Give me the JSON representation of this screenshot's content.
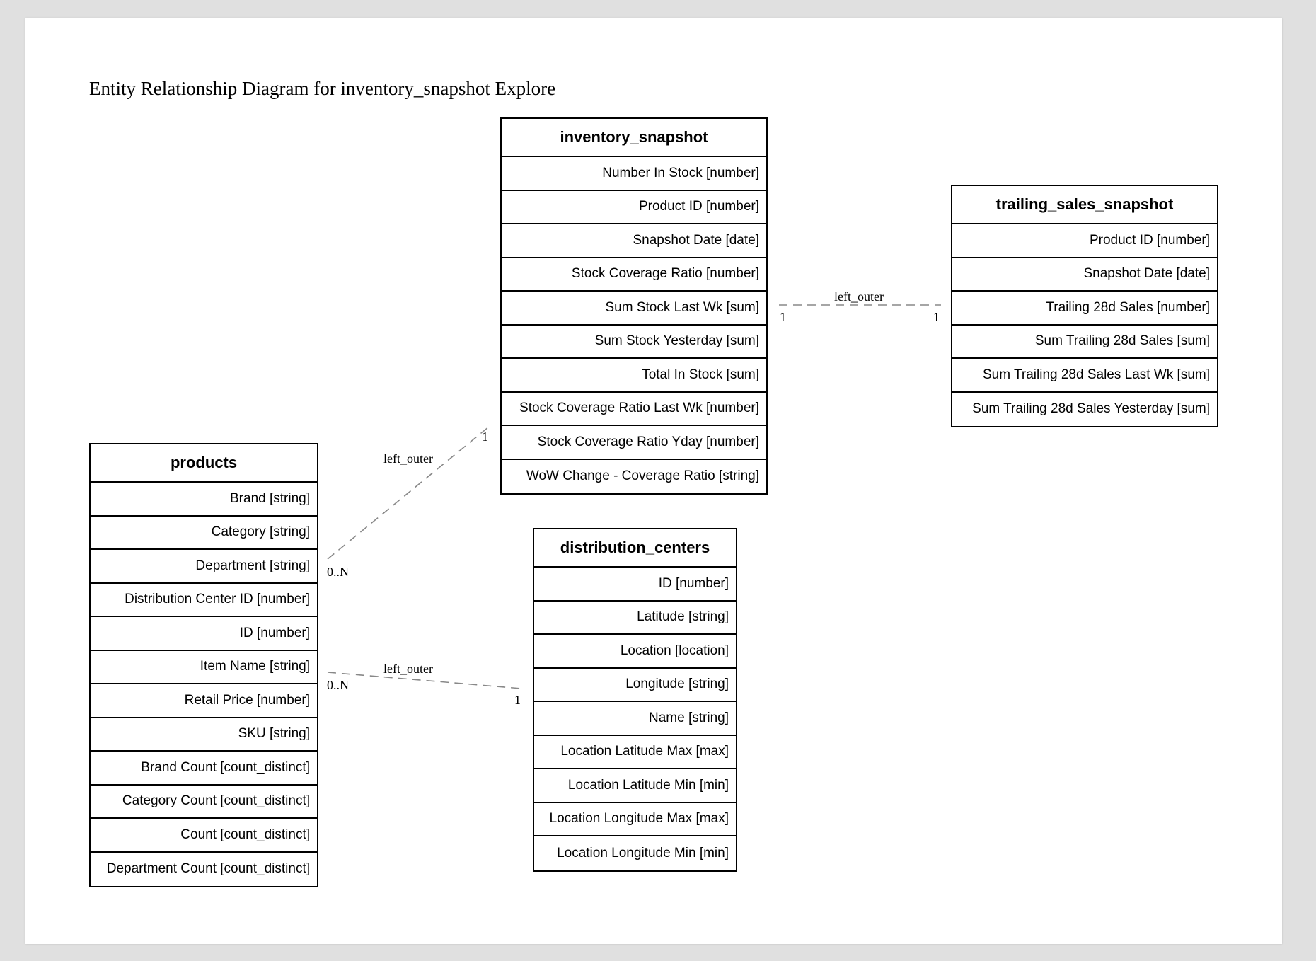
{
  "title": "Entity Relationship Diagram for inventory_snapshot Explore",
  "entities": {
    "inventory_snapshot": {
      "name": "inventory_snapshot",
      "fields": [
        "Number In Stock [number]",
        "Product ID [number]",
        "Snapshot Date [date]",
        "Stock Coverage Ratio [number]",
        "Sum Stock Last Wk [sum]",
        "Sum Stock Yesterday [sum]",
        "Total In Stock [sum]",
        "Stock Coverage Ratio Last Wk [number]",
        "Stock Coverage Ratio Yday [number]",
        "WoW Change - Coverage Ratio [string]"
      ]
    },
    "trailing_sales_snapshot": {
      "name": "trailing_sales_snapshot",
      "fields": [
        "Product ID [number]",
        "Snapshot Date [date]",
        "Trailing 28d Sales [number]",
        "Sum Trailing 28d Sales [sum]",
        "Sum Trailing 28d Sales Last Wk [sum]",
        "Sum Trailing 28d Sales Yesterday [sum]"
      ]
    },
    "products": {
      "name": "products",
      "fields": [
        "Brand [string]",
        "Category [string]",
        "Department [string]",
        "Distribution Center ID [number]",
        "ID [number]",
        "Item Name [string]",
        "Retail Price [number]",
        "SKU [string]",
        "Brand Count [count_distinct]",
        "Category Count [count_distinct]",
        "Count [count_distinct]",
        "Department Count [count_distinct]"
      ]
    },
    "distribution_centers": {
      "name": "distribution_centers",
      "fields": [
        "ID [number]",
        "Latitude [string]",
        "Location [location]",
        "Longitude [string]",
        "Name [string]",
        "Location Latitude Max [max]",
        "Location Latitude Min [min]",
        "Location Longitude Max [max]",
        "Location Longitude Min [min]"
      ]
    }
  },
  "relationships": [
    {
      "type": "left_outer",
      "from_card": "1",
      "to_card": "1"
    },
    {
      "type": "left_outer",
      "from_card": "0..N",
      "to_card": "1"
    },
    {
      "type": "left_outer",
      "from_card": "0..N",
      "to_card": "1"
    }
  ]
}
